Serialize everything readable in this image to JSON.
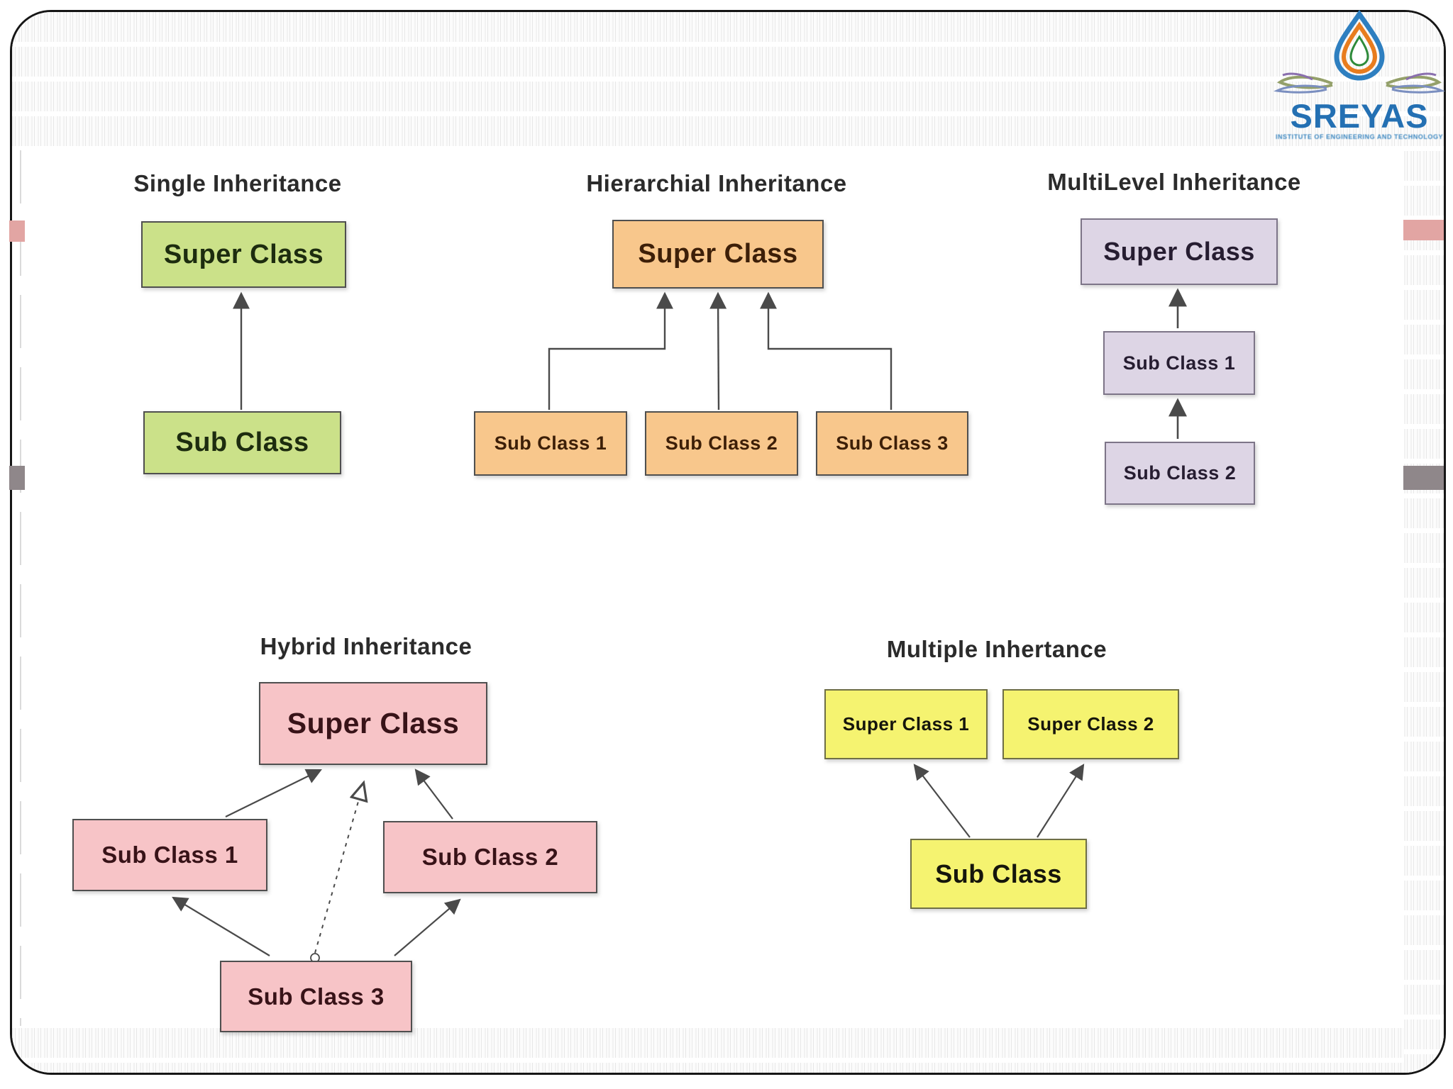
{
  "logo": {
    "brand": "SREYAS",
    "tagline": "INSTITUTE OF ENGINEERING AND TECHNOLOGY"
  },
  "sections": {
    "single": {
      "title": "Single Inheritance",
      "super_label": "Super Class",
      "sub_label": "Sub Class"
    },
    "hierarchical": {
      "title": "Hierarchial Inheritance",
      "super_label": "Super Class",
      "sub1_label": "Sub Class 1",
      "sub2_label": "Sub Class 2",
      "sub3_label": "Sub Class 3"
    },
    "multilevel": {
      "title": "MultiLevel Inheritance",
      "super_label": "Super Class",
      "sub1_label": "Sub Class 1",
      "sub2_label": "Sub Class 2"
    },
    "hybrid": {
      "title": "Hybrid Inheritance",
      "super_label": "Super Class",
      "sub1_label": "Sub Class 1",
      "sub2_label": "Sub Class 2",
      "sub3_label": "Sub Class 3"
    },
    "multiple": {
      "title": "Multiple Inhertance",
      "super1_label": "Super Class 1",
      "super2_label": "Super Class 2",
      "sub_label": "Sub Class"
    }
  },
  "colors": {
    "single_fill": "#cbe189",
    "single_text": "#1d2c0f",
    "hierarchical_fill": "#f8c78c",
    "hierarchical_text": "#3d1f08",
    "multilevel_fill": "#ddd5e5",
    "multilevel_text": "#261d31",
    "hybrid_fill": "#f7c4c7",
    "hybrid_text": "#381318",
    "multiple_fill": "#f5f370",
    "multiple_text": "#15150c",
    "title_text": "#2b2b2b",
    "arrow": "#4a4a4a",
    "logo_blue": "#2470b3",
    "marker_pink": "#e2a5a3",
    "marker_gray": "#8f878a"
  }
}
